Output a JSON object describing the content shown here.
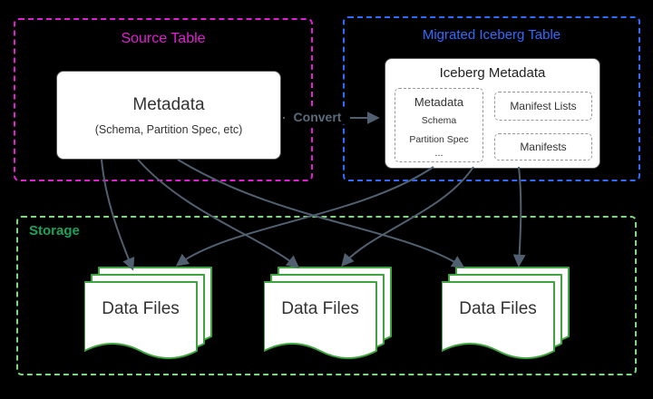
{
  "diagram": {
    "source_table": {
      "title": "Source Table",
      "metadata": {
        "title": "Metadata",
        "subtitle": "(Schema, Partition Spec, etc)"
      }
    },
    "convert": {
      "label": "Convert"
    },
    "iceberg_table": {
      "title": "Migrated Iceberg Table",
      "iceberg_metadata": {
        "title": "Iceberg Metadata",
        "metadata": {
          "title": "Metadata",
          "items": [
            "Schema",
            "Partition Spec",
            "..."
          ]
        },
        "manifest_lists": "Manifest Lists",
        "manifests": "Manifests"
      }
    },
    "storage": {
      "title": "Storage",
      "stacks": [
        {
          "label": "Data Files"
        },
        {
          "label": "Data Files"
        },
        {
          "label": "Data Files"
        }
      ]
    },
    "colors": {
      "background": "#000000",
      "source_accent": "#e11ed3",
      "iceberg_accent": "#2f6bff",
      "storage_border": "#7fd87f",
      "storage_title": "#1aa35a",
      "file_stroke": "#3fa33f",
      "arrow": "#506070"
    }
  }
}
